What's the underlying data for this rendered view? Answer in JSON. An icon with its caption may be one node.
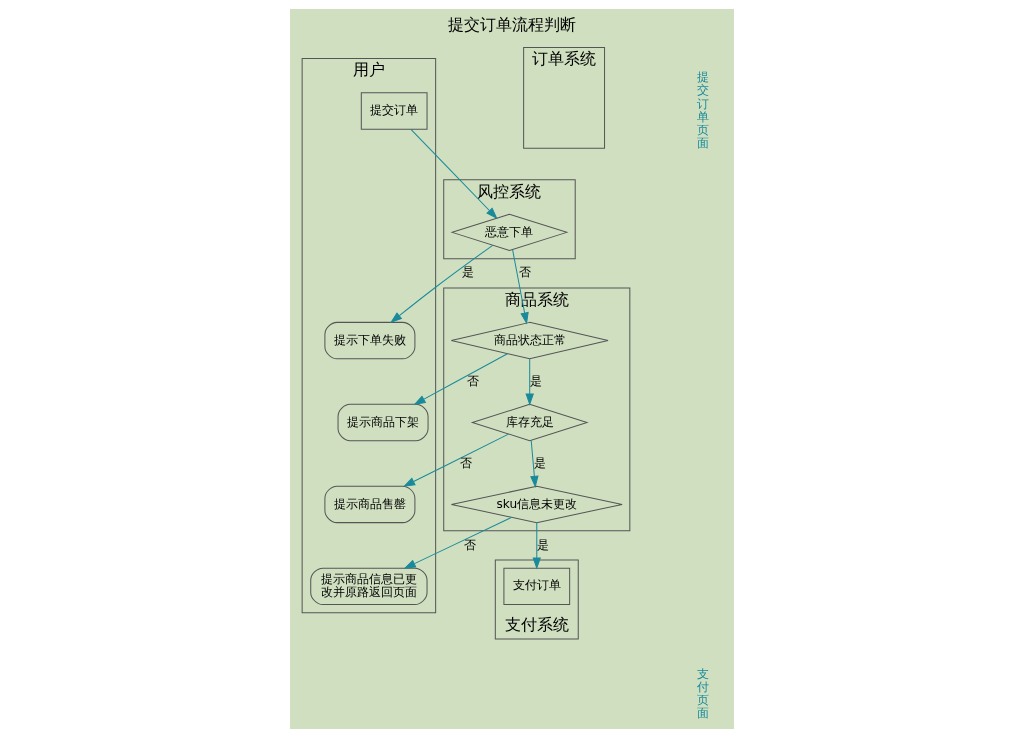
{
  "diagram": {
    "title": "提交订单流程判断",
    "nodes": [
      {
        "text": [
          "用户"
        ]
      },
      {
        "text": [
          "风控系统"
        ]
      },
      {
        "text": [
          "支付系统"
        ]
      },
      {
        "text": [
          "订单系统"
        ]
      },
      {
        "text": [
          "商品系统"
        ]
      },
      {
        "text": [
          "提交订单"
        ],
        "in": 0
      },
      {
        "text": [
          "提示下单失败"
        ],
        "in": 0
      },
      {
        "text": [
          "提示商品下架"
        ],
        "in": 0
      },
      {
        "text": [
          "提示商品售罄"
        ],
        "in": 0
      },
      {
        "text": [
          "提示商品信息已更改并原路返回页面"
        ],
        "in": 0
      },
      {
        "text": [
          "恶意下单"
        ],
        "in": 1
      },
      {
        "text": [
          "商品状态正常"
        ],
        "in": 4
      },
      {
        "text": [
          "库存充足"
        ],
        "in": 4
      },
      {
        "text": [
          "sku信息未更改"
        ],
        "in": 4
      },
      {
        "text": [
          "支付订单"
        ],
        "in": 2
      }
    ],
    "edges": [
      {
        "from": 5,
        "to": 10,
        "arrow": "to"
      },
      {
        "from": 10,
        "to": 6,
        "arrow": "to",
        "label": "是"
      },
      {
        "from": 10,
        "to": 11,
        "arrow": "to",
        "label": "否"
      },
      {
        "from": 11,
        "to": 7,
        "arrow": "to",
        "label": "否"
      },
      {
        "from": 11,
        "to": 12,
        "arrow": "to",
        "label": "是"
      },
      {
        "from": 12,
        "to": 8,
        "arrow": "to",
        "label": "否"
      },
      {
        "from": 12,
        "to": 13,
        "arrow": "to",
        "label": "是"
      },
      {
        "from": 13,
        "to": 9,
        "arrow": "to",
        "label": "否"
      },
      {
        "from": 13,
        "to": 14,
        "arrow": "to",
        "label": "是"
      }
    ],
    "labels": [
      "提交订单页面",
      "支付页面"
    ]
  }
}
